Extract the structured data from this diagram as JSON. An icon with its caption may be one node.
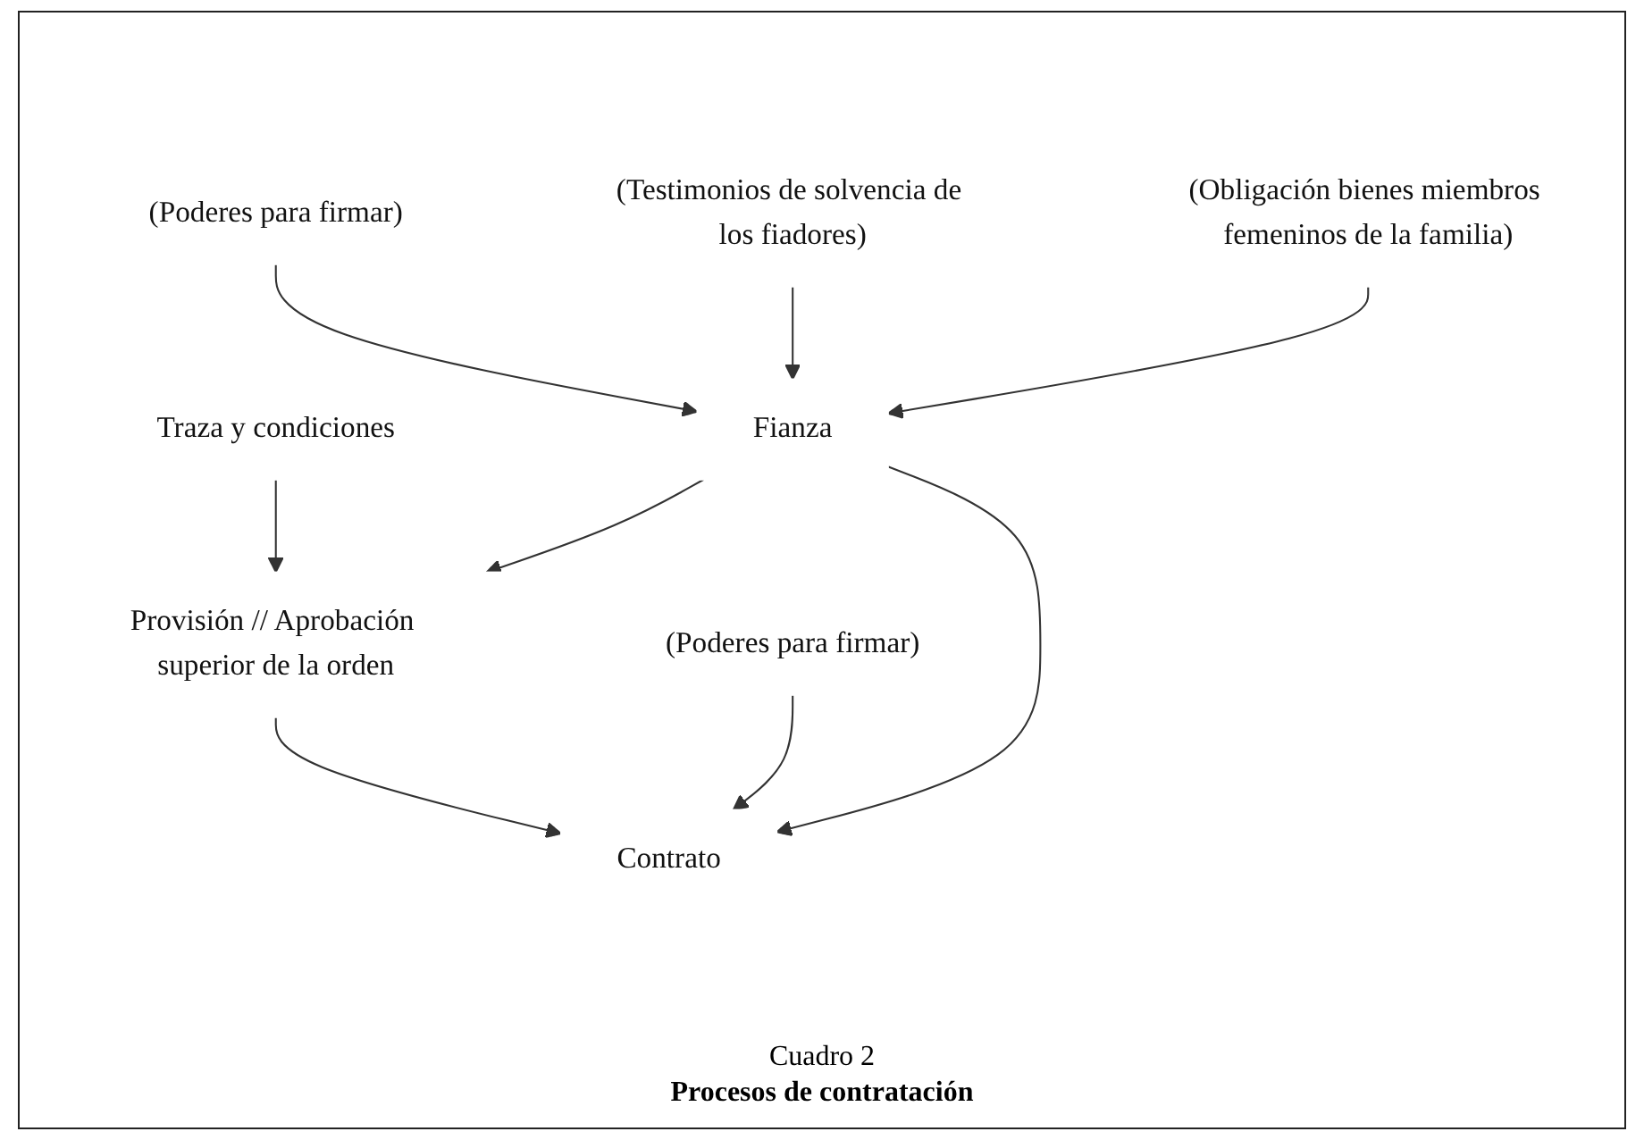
{
  "diagram": {
    "caption": "Procesos de contratación",
    "nodes": [
      {
        "text": [
          "Traza y condiciones"
        ]
      },
      {
        "text": [
          "Provisión // Aprobación superior de la orden"
        ]
      },
      {
        "text": [
          "(Poderes para firmar)"
        ]
      },
      {
        "text": [
          "Contrato"
        ]
      },
      {
        "text": [
          "Fianza"
        ]
      },
      {
        "text": [
          "(Poderes para firmar)"
        ]
      },
      {
        "text": [
          "(Testimonios de solvencia de los fiadores)"
        ]
      },
      {
        "text": [
          "(Obligación bienes miembros femeninos de la familia)"
        ]
      }
    ],
    "edges": [
      {
        "from": 0,
        "to": 1,
        "arrow": "to"
      },
      {
        "from": 1,
        "to": 3,
        "arrow": "to"
      },
      {
        "from": 4,
        "to": 1,
        "arrow": "to"
      },
      {
        "from": 2,
        "to": 3,
        "arrow": "to"
      },
      {
        "from": 4,
        "to": 3,
        "arrow": "to"
      },
      {
        "from": 5,
        "to": 4,
        "arrow": "to"
      },
      {
        "from": 6,
        "to": 4,
        "arrow": "to"
      },
      {
        "from": 7,
        "to": 4,
        "arrow": "to"
      }
    ],
    "labels": [
      "Cuadro 2"
    ]
  }
}
